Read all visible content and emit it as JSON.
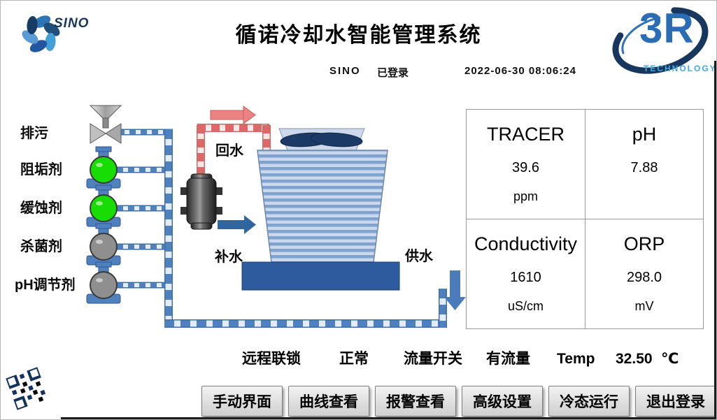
{
  "branding": {
    "sino_text": "SINO",
    "r3_text": "3R",
    "r3_sub": "TECHNOLOGY"
  },
  "header": {
    "title": "循诺冷却水智能管理系统",
    "user": "SINO",
    "login_status": "已登录",
    "datetime": "2022-06-30  08:06:24"
  },
  "diagram": {
    "blowdown_label": "排污",
    "pumps": [
      {
        "label": "阻垢剂",
        "status_color": "#17dd02"
      },
      {
        "label": "缓蚀剂",
        "status_color": "#17dd02"
      },
      {
        "label": "杀菌剂",
        "status_color": "#8f8f8f"
      },
      {
        "label": "pH调节剂",
        "status_color": "#8f8f8f"
      }
    ],
    "flow_labels": {
      "return": "回水",
      "makeup": "补水",
      "supply": "供水"
    }
  },
  "readings": [
    {
      "name": "TRACER",
      "value": "39.6",
      "unit": "ppm"
    },
    {
      "name": "pH",
      "value": "7.88",
      "unit": ""
    },
    {
      "name": "Conductivity",
      "value": "1610",
      "unit": "uS/cm"
    },
    {
      "name": "ORP",
      "value": "298.0",
      "unit": "mV"
    }
  ],
  "status": {
    "interlock_label": "远程联锁",
    "interlock_value": "正常",
    "flow_label": "流量开关",
    "flow_value": "有流量",
    "temp_label": "Temp",
    "temp_value": "32.50",
    "temp_unit": "℃"
  },
  "buttons": [
    {
      "label": "手动界面"
    },
    {
      "label": "曲线查看"
    },
    {
      "label": "报警查看"
    },
    {
      "label": "高级设置"
    },
    {
      "label": "冷态运行"
    },
    {
      "label": "退出登录"
    }
  ],
  "colors": {
    "pipe_blue": "#4f81bd",
    "pipe_return_red": "#dd6868",
    "tower_blue": "#7fa2ce",
    "basin_blue": "#2d5b9d",
    "pump_on_green": "#17dd02",
    "pump_off_gray": "#8f8f8f",
    "brand_blue": "#2a6db5"
  }
}
